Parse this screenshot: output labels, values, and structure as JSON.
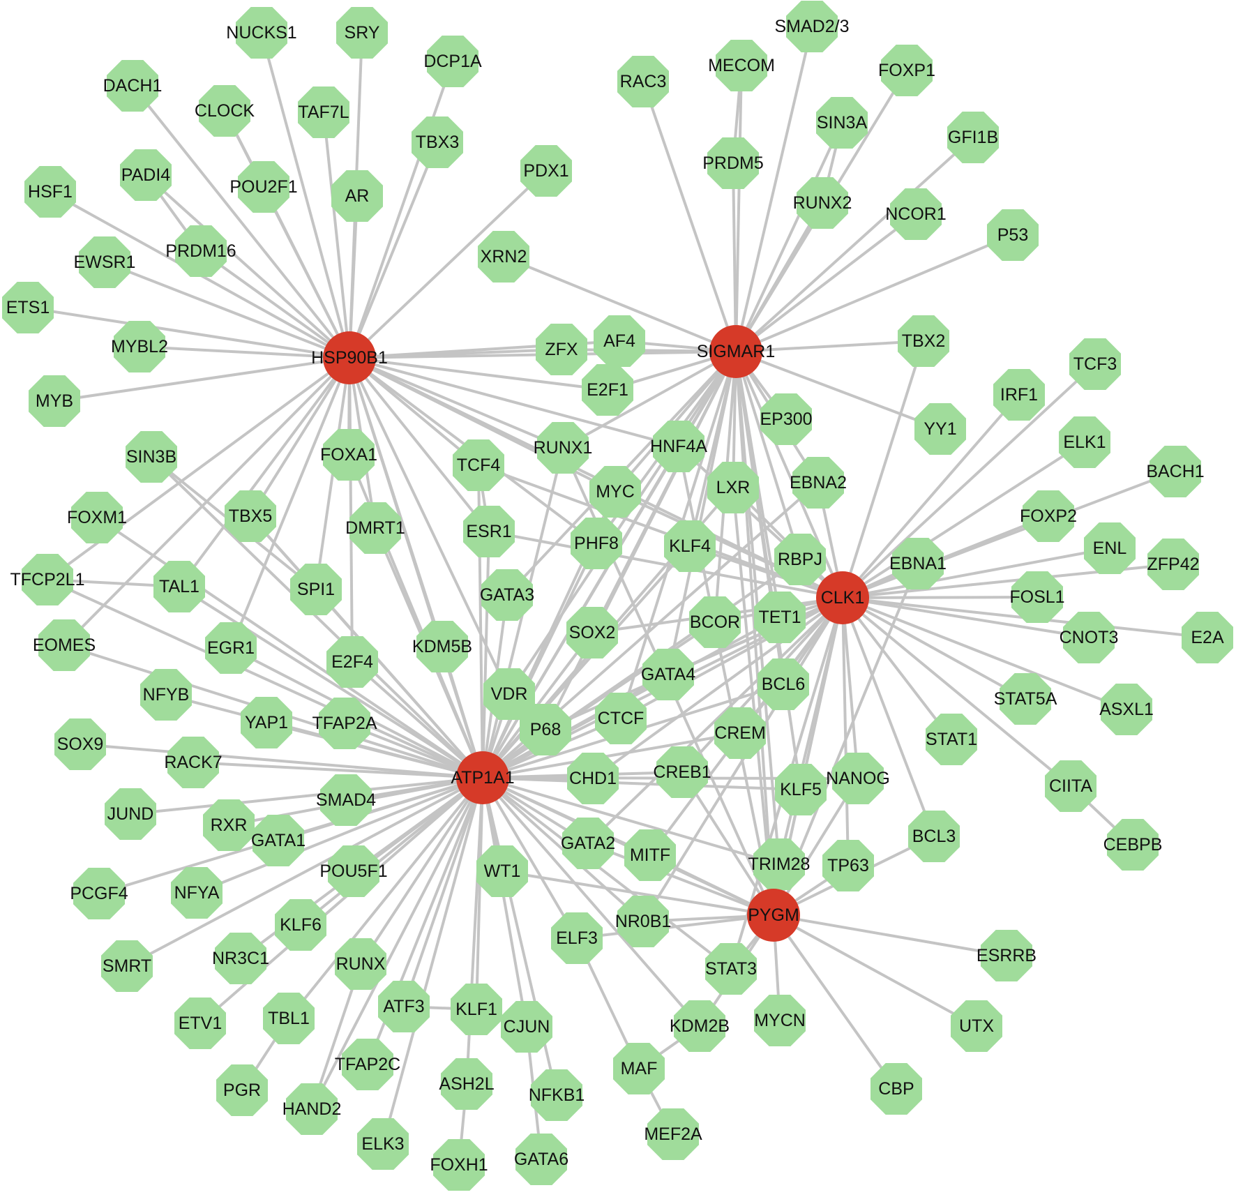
{
  "colors": {
    "hub_node": "#d63a28",
    "tf_node": "#a0dc9b",
    "edge": "#c4c4c4",
    "label": "#111111",
    "background": "#ffffff"
  },
  "hubs": [
    "HSP90B1",
    "SIGMAR1",
    "CLK1",
    "ATP1A1",
    "PYGM"
  ],
  "nodes": [
    "NUCKS1",
    "SRY",
    "DACH1",
    "DCP1A",
    "CLOCK",
    "TAF7L",
    "TBX3",
    "PADI4",
    "POU2F1",
    "AR",
    "HSF1",
    "PDX1",
    "PRDM16",
    "EWSR1",
    "XRN2",
    "ETS1",
    "MYBL2",
    "MYB",
    "ZFX",
    "AF4",
    "E2F1",
    "RAC3",
    "MECOM",
    "SMAD2/3",
    "FOXP1",
    "SIN3A",
    "GFI1B",
    "PRDM5",
    "RUNX2",
    "NCOR1",
    "P53",
    "TBX2",
    "YY1",
    "EP300",
    "TCF3",
    "IRF1",
    "ELK1",
    "BACH1",
    "FOXP2",
    "ENL",
    "ZFP42",
    "EBNA1",
    "FOSL1",
    "CNOT3",
    "E2A",
    "STAT5A",
    "ASXL1",
    "CIITA",
    "CEBPB",
    "STAT1",
    "BCL3",
    "SIN3B",
    "FOXA1",
    "RUNX1",
    "HNF4A",
    "TCF4",
    "MYC",
    "LXR",
    "EBNA2",
    "FOXM1",
    "TBX5",
    "DMRT1",
    "ESR1",
    "PHF8",
    "KLF4",
    "RBPJ",
    "TFCP2L1",
    "TAL1",
    "SPI1",
    "GATA3",
    "TET1",
    "EOMES",
    "EGR1",
    "E2F4",
    "KDM5B",
    "SOX2",
    "BCOR",
    "NFYB",
    "VDR",
    "GATA4",
    "BCL6",
    "YAP1",
    "TFAP2A",
    "P68",
    "CTCF",
    "CREM",
    "SOX9",
    "RACK7",
    "CHD1",
    "CREB1",
    "KLF5",
    "NANOG",
    "JUND",
    "RXR",
    "SMAD4",
    "GATA1",
    "GATA2",
    "MITF",
    "TRIM28",
    "TP63",
    "PCGF4",
    "NFYA",
    "POU5F1",
    "WT1",
    "NR0B1",
    "KLF6",
    "ELF3",
    "SMRT",
    "NR3C1",
    "RUNX",
    "STAT3",
    "ESRRB",
    "ETV1",
    "TBL1",
    "ATF3",
    "KLF1",
    "CJUN",
    "KDM2B",
    "MYCN",
    "UTX",
    "TFAP2C",
    "ASH2L",
    "NFKB1",
    "MAF",
    "CBP",
    "PGR",
    "HAND2",
    "ELK3",
    "MEF2A",
    "FOXH1",
    "GATA6"
  ]
}
